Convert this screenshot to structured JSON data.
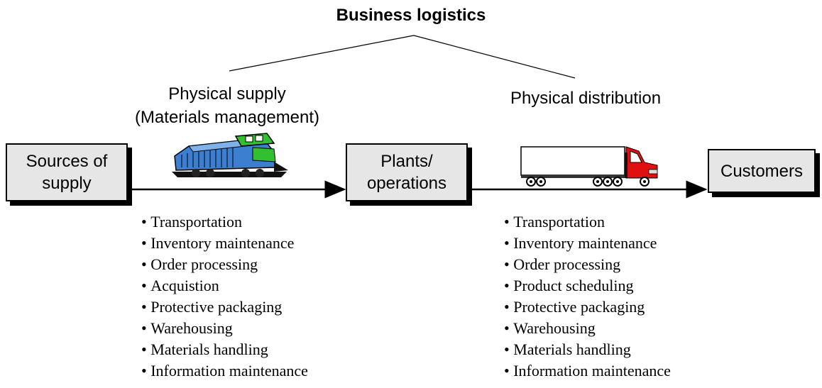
{
  "title": "Business logistics",
  "supply_label": [
    "Physical supply",
    "(Materials management)"
  ],
  "distribution_label": "Physical distribution",
  "nodes": {
    "sources": [
      "Sources of",
      "supply"
    ],
    "plants": [
      "Plants/",
      "operations"
    ],
    "customers": "Customers"
  },
  "icons": {
    "train": "locomotive-icon",
    "truck": "truck-icon"
  },
  "colors": {
    "box_fill": "#e6e6e6",
    "truck_cab": "#e01010",
    "train_body": "#3c7fd0",
    "train_accent": "#30c030"
  },
  "supply_activities": [
    "Transportation",
    "Inventory maintenance",
    "Order processing",
    "Acquistion",
    "Protective packaging",
    "Warehousing",
    "Materials handling",
    "Information maintenance"
  ],
  "distribution_activities": [
    "Transportation",
    "Inventory maintenance",
    "Order processing",
    "Product scheduling",
    "Protective packaging",
    "Warehousing",
    "Materials handling",
    "Information maintenance"
  ]
}
